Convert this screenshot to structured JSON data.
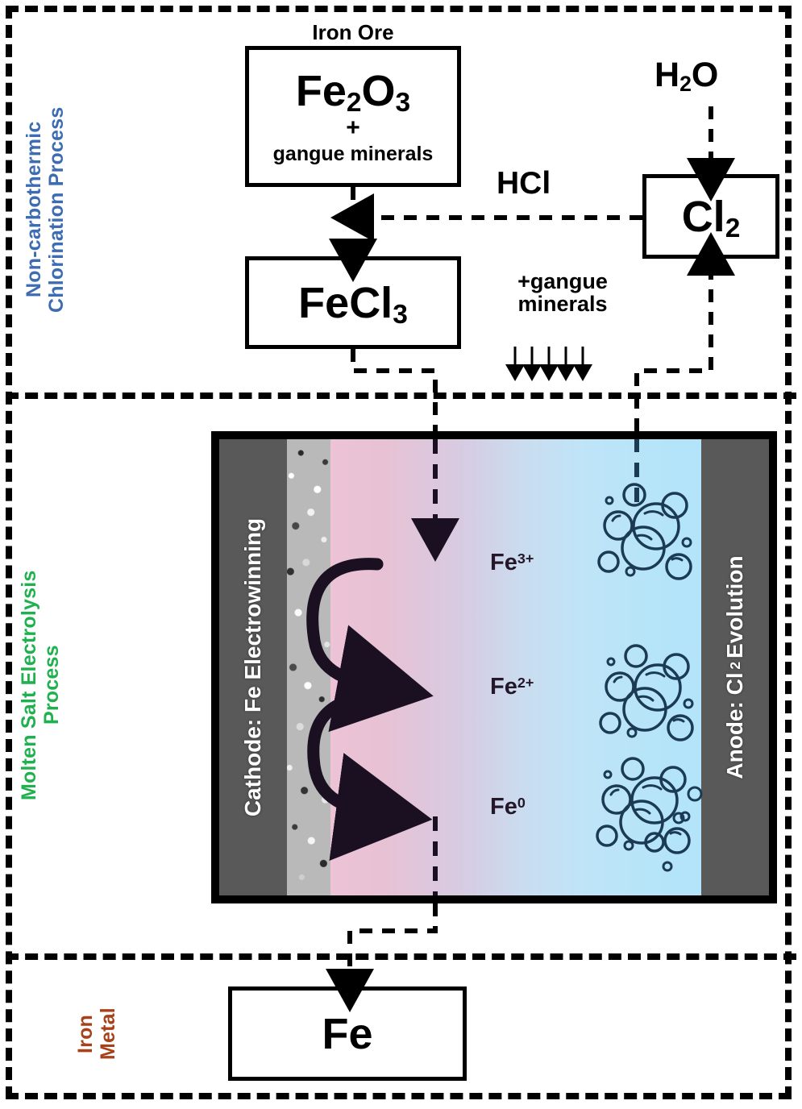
{
  "sections": [
    {
      "id": "chlorination",
      "label": "Non-carbothermic\nChlorination Process",
      "color": "#3d6cb2"
    },
    {
      "id": "electrolysis",
      "label": "Molten Salt Electrolysis\nProcess",
      "color": "#1fb14e"
    },
    {
      "id": "iron_metal",
      "label": "Iron\nMetal",
      "color": "#a6411a"
    }
  ],
  "chlorination": {
    "ore_caption": "Iron Ore",
    "ore_box": {
      "formula_main": "Fe",
      "formula_sub1": "2",
      "formula_mid": "O",
      "formula_sub2": "3",
      "plus": "+",
      "gangue": "gangue minerals"
    },
    "product_box": {
      "formula_main": "FeCl",
      "formula_sub": "3"
    },
    "chlorine_box": {
      "formula_main": "Cl",
      "formula_sub": "2"
    },
    "water_label": {
      "h": "H",
      "sub": "2",
      "o": "O"
    },
    "hcl_label": "HCl",
    "gangue_out": "+gangue\nminerals",
    "gangue_arrow_count": 5
  },
  "cell": {
    "cathode_label": "Cathode: Fe Electrowinning",
    "anode_label_prefix": "Anode: Cl",
    "anode_label_sub": "2",
    "anode_label_suffix": " Evolution",
    "ions": [
      {
        "base": "Fe",
        "charge": "3+"
      },
      {
        "base": "Fe",
        "charge": "2+"
      },
      {
        "base": "Fe",
        "charge": "0"
      }
    ],
    "colors": {
      "electrode": "#595959",
      "electrolyte_left": "#edc3d6",
      "electrolyte_right": "#b4e4f9",
      "bubble_outline": "#1b3a54",
      "frame": "#000000"
    }
  },
  "iron_metal": {
    "product_box": {
      "formula": "Fe"
    }
  },
  "flows": [
    {
      "name": "ore-to-chlorination",
      "from": "Fe2O3",
      "to": "FeCl3",
      "style": "dashed"
    },
    {
      "name": "hcl-feed",
      "from": "Cl2",
      "to": "chlorination-line",
      "label": "HCl",
      "style": "dashed"
    },
    {
      "name": "water-to-cl2",
      "from": "H2O",
      "to": "Cl2",
      "style": "dashed"
    },
    {
      "name": "fecl3-to-cell",
      "from": "FeCl3",
      "to": "electrolysis-cell",
      "style": "dashed"
    },
    {
      "name": "cl2-return",
      "from": "electrolysis-cell-anode",
      "to": "Cl2",
      "style": "dashed"
    },
    {
      "name": "fe-out",
      "from": "electrolysis-cell-cathode",
      "to": "Fe",
      "style": "dashed"
    }
  ]
}
